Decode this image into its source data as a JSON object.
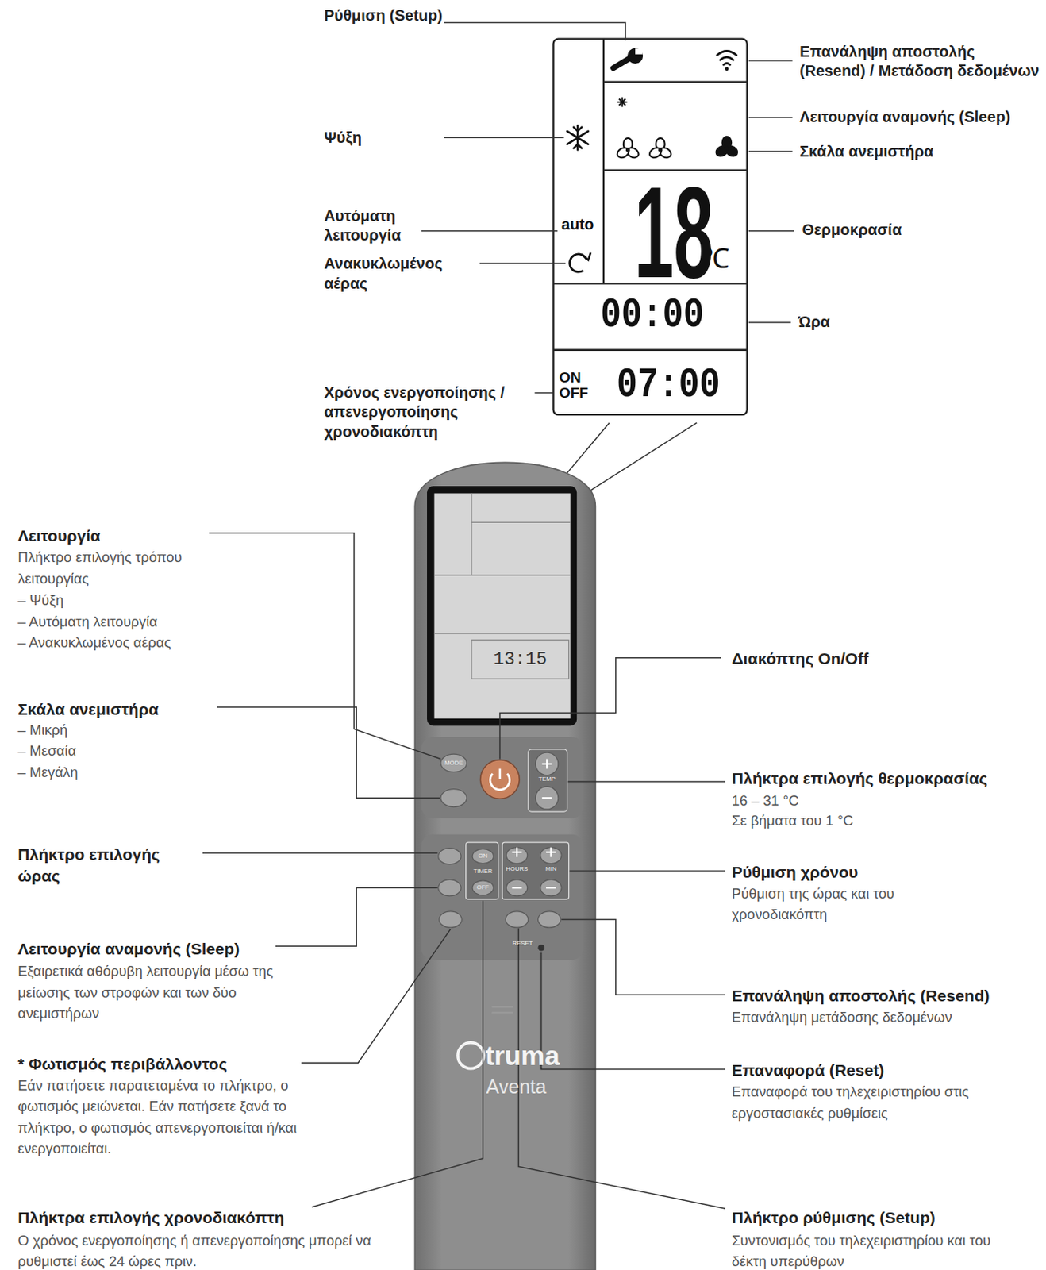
{
  "diagram": {
    "labels": [
      "Ρύθμιση (Setup)",
      "Επανάληψη αποστολής (Resend) / Μετάδοση δεδομένων",
      "Ψύξη",
      "Λειτουργία αναμονής (Sleep)",
      "Σκάλα ανεμιστήρα",
      "Αυτόματη λειτουργία",
      "Θερμοκρασία",
      "Ανακυκλωμένος αέρας",
      "Ώρα",
      "Χρόνος ενεργοποίησης / απενεργοποίησης χρονοδιακόπτη",
      "auto",
      "18",
      "℃",
      "00:00",
      "ON",
      "OFF",
      "07:00",
      "13:15",
      "Λειτουργία",
      "Πλήκτρο επιλογής τρόπου λειτουργίας",
      "– Ψύξη",
      "– Αυτόματη λειτουργία",
      "– Ανακυκλωμένος αέρας",
      "Σκάλα ανεμιστήρα",
      "– Μικρή",
      "– Μεσαία",
      "– Μεγάλη",
      "MODE",
      "TEMP",
      "Πλήκτρο επιλογής ώρας",
      "ON",
      "TIMER",
      "OFF",
      "HOURS",
      "MIN",
      "Λειτουργία αναμονής (Sleep)",
      "Εξαιρετικά αθόρυβη λειτουργία μέσω της μείωσης των στροφών και των δύο ανεμιστήρων",
      "RESET",
      "* Φωτισμός περιβάλλοντος",
      "Εάν πατήσετε παρατεταμένα το πλήκτρο, ο φωτισμός μειώνεται. Εάν πατήσετε ξανά το πλήκτρο, ο φωτισμός απενεργοποιείται ή/και ενεργοποιείται.",
      "truma",
      "Aventa",
      "Πλήκτρα επιλογής χρονοδιακόπτη",
      "Ο χρόνος ενεργοποίησης ή απενεργοποίησης μπορεί να ρυθμιστεί έως 24 ώρες πριν.",
      "Διακόπτης On/Off",
      "Πλήκτρα επιλογής θερμοκρασίας",
      "16 – 31 °C",
      "Σε βήματα του 1 °C",
      "Ρύθμιση χρόνου",
      "Ρύθμιση της ώρας και του χρονοδιακόπτη",
      "Επανάληψη αποστολής (Resend)",
      "Επανάληψη μετάδοσης δεδομένων",
      "Επαναφορά (Reset)",
      "Επαναφορά του τηλεχειριστηρίου στις εργοστασιακές ρυθμίσεις",
      "Πλήκτρο ρύθμισης (Setup)",
      "Συντονισμός του τηλεχειριστηρίου και του δέκτη υπερύθρων"
    ]
  }
}
